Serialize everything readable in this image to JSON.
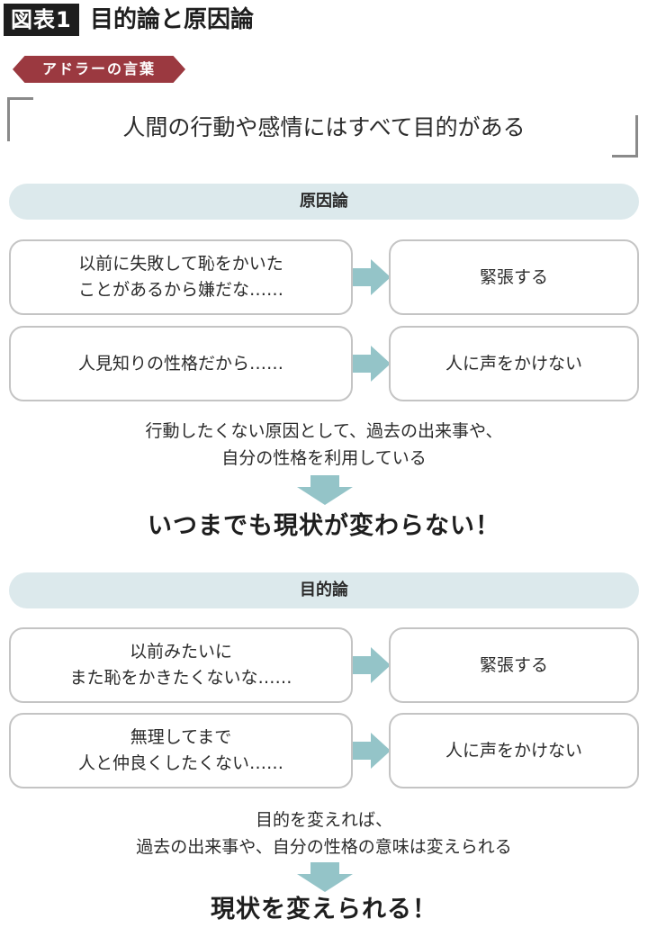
{
  "figure": {
    "label": "図表1",
    "title": "目的論と原因論"
  },
  "ribbon": {
    "label": "アドラーの言葉"
  },
  "quote": {
    "text": "人間の行動や感情にはすべて目的がある"
  },
  "cause": {
    "header": "原因論",
    "rows": [
      {
        "left": [
          "以前に失敗して恥をかいた",
          "ことがあるから嫌だな……"
        ],
        "right": "緊張する"
      },
      {
        "left": [
          "人見知りの性格だから……"
        ],
        "right": "人に声をかけない"
      }
    ],
    "description": [
      "行動したくない原因として、過去の出来事や、",
      "自分の性格を利用している"
    ],
    "conclusion": "いつまでも現状が変わらない！"
  },
  "purpose": {
    "header": "目的論",
    "rows": [
      {
        "left": [
          "以前みたいに",
          "また恥をかきたくないな……"
        ],
        "right": "緊張する"
      },
      {
        "left": [
          "無理してまで",
          "人と仲良くしたくない……"
        ],
        "right": "人に声をかけない"
      }
    ],
    "description": [
      "目的を変えれば、",
      "過去の出来事や、自分の性格の意味は変えられる"
    ],
    "conclusion": "現状を変えられる！"
  },
  "colors": {
    "ribbon": "#9b3940",
    "section_bar": "#dce9ec",
    "arrow": "#94c4c8",
    "box_border": "#c4c4c4"
  },
  "icons": {
    "row_arrow": "right-arrow-icon",
    "result_arrow": "down-arrow-icon"
  }
}
